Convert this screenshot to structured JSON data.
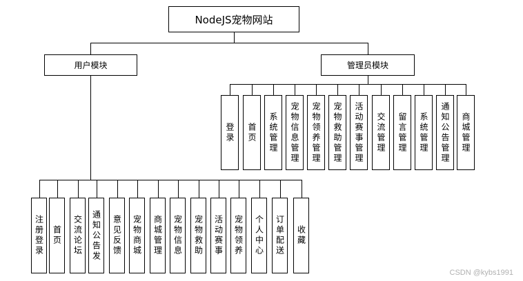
{
  "root": {
    "label": "NodeJS宠物网站"
  },
  "user_module": {
    "label": "用户模块",
    "items": [
      "注册登录",
      "首页",
      "交流论坛",
      "通知公告发",
      "意见反馈",
      "宠物商城",
      "商城管理",
      "宠物信息",
      "宠物救助",
      "活动赛事",
      "宠物领养",
      "个人中心",
      "订单配送",
      "收藏"
    ]
  },
  "admin_module": {
    "label": "管理员模块",
    "items": [
      "登录",
      "首页",
      "系统管理",
      "宠物信息管理",
      "宠物领养管理",
      "宠物救助管理",
      "活动赛事管理",
      "交流管理",
      "留言管理",
      "系统管理",
      "通知公告管理",
      "商城管理"
    ]
  },
  "watermark": "CSDN @kybs1991"
}
